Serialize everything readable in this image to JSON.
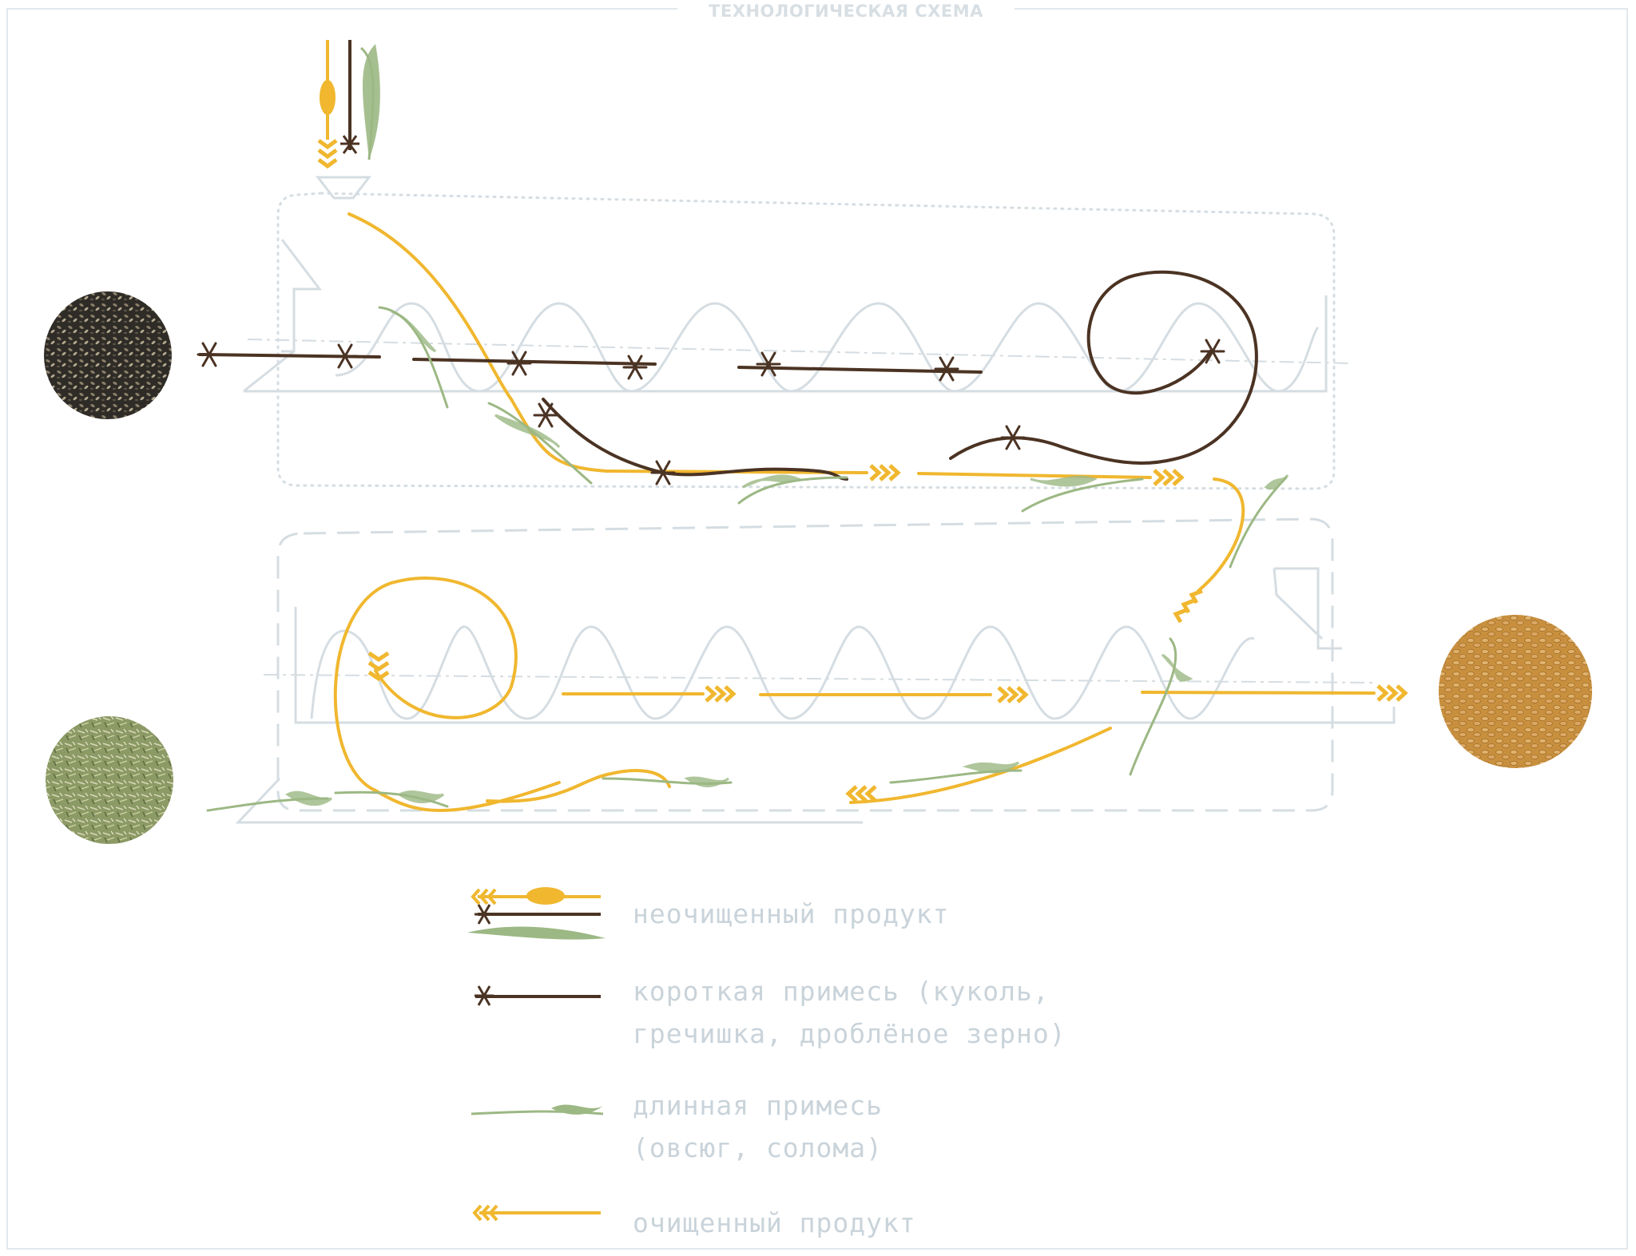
{
  "title": "ТЕХНОЛОГИЧЕСКАЯ СХЕМА",
  "colors": {
    "clean_product": "#f0b72f",
    "short_impurity": "#4b3323",
    "long_impurity": "#9cb884",
    "machine_outline": "#d5dde2"
  },
  "samples": [
    {
      "name": "short-impurity-sample",
      "description_icon": "dark-seeds"
    },
    {
      "name": "long-impurity-sample",
      "description_icon": "green-chaff"
    },
    {
      "name": "clean-grain-sample",
      "description_icon": "wheat-grain"
    }
  ],
  "legend": {
    "unclean": {
      "label": "неочищенный продукт"
    },
    "short": {
      "line1": "короткая примесь (куколь,",
      "line2": "гречишка, дроблёное зерно)"
    },
    "long": {
      "line1": "длинная примесь",
      "line2": "(овсюг, солома)"
    },
    "clean": {
      "label": "очищенный продукт"
    }
  }
}
